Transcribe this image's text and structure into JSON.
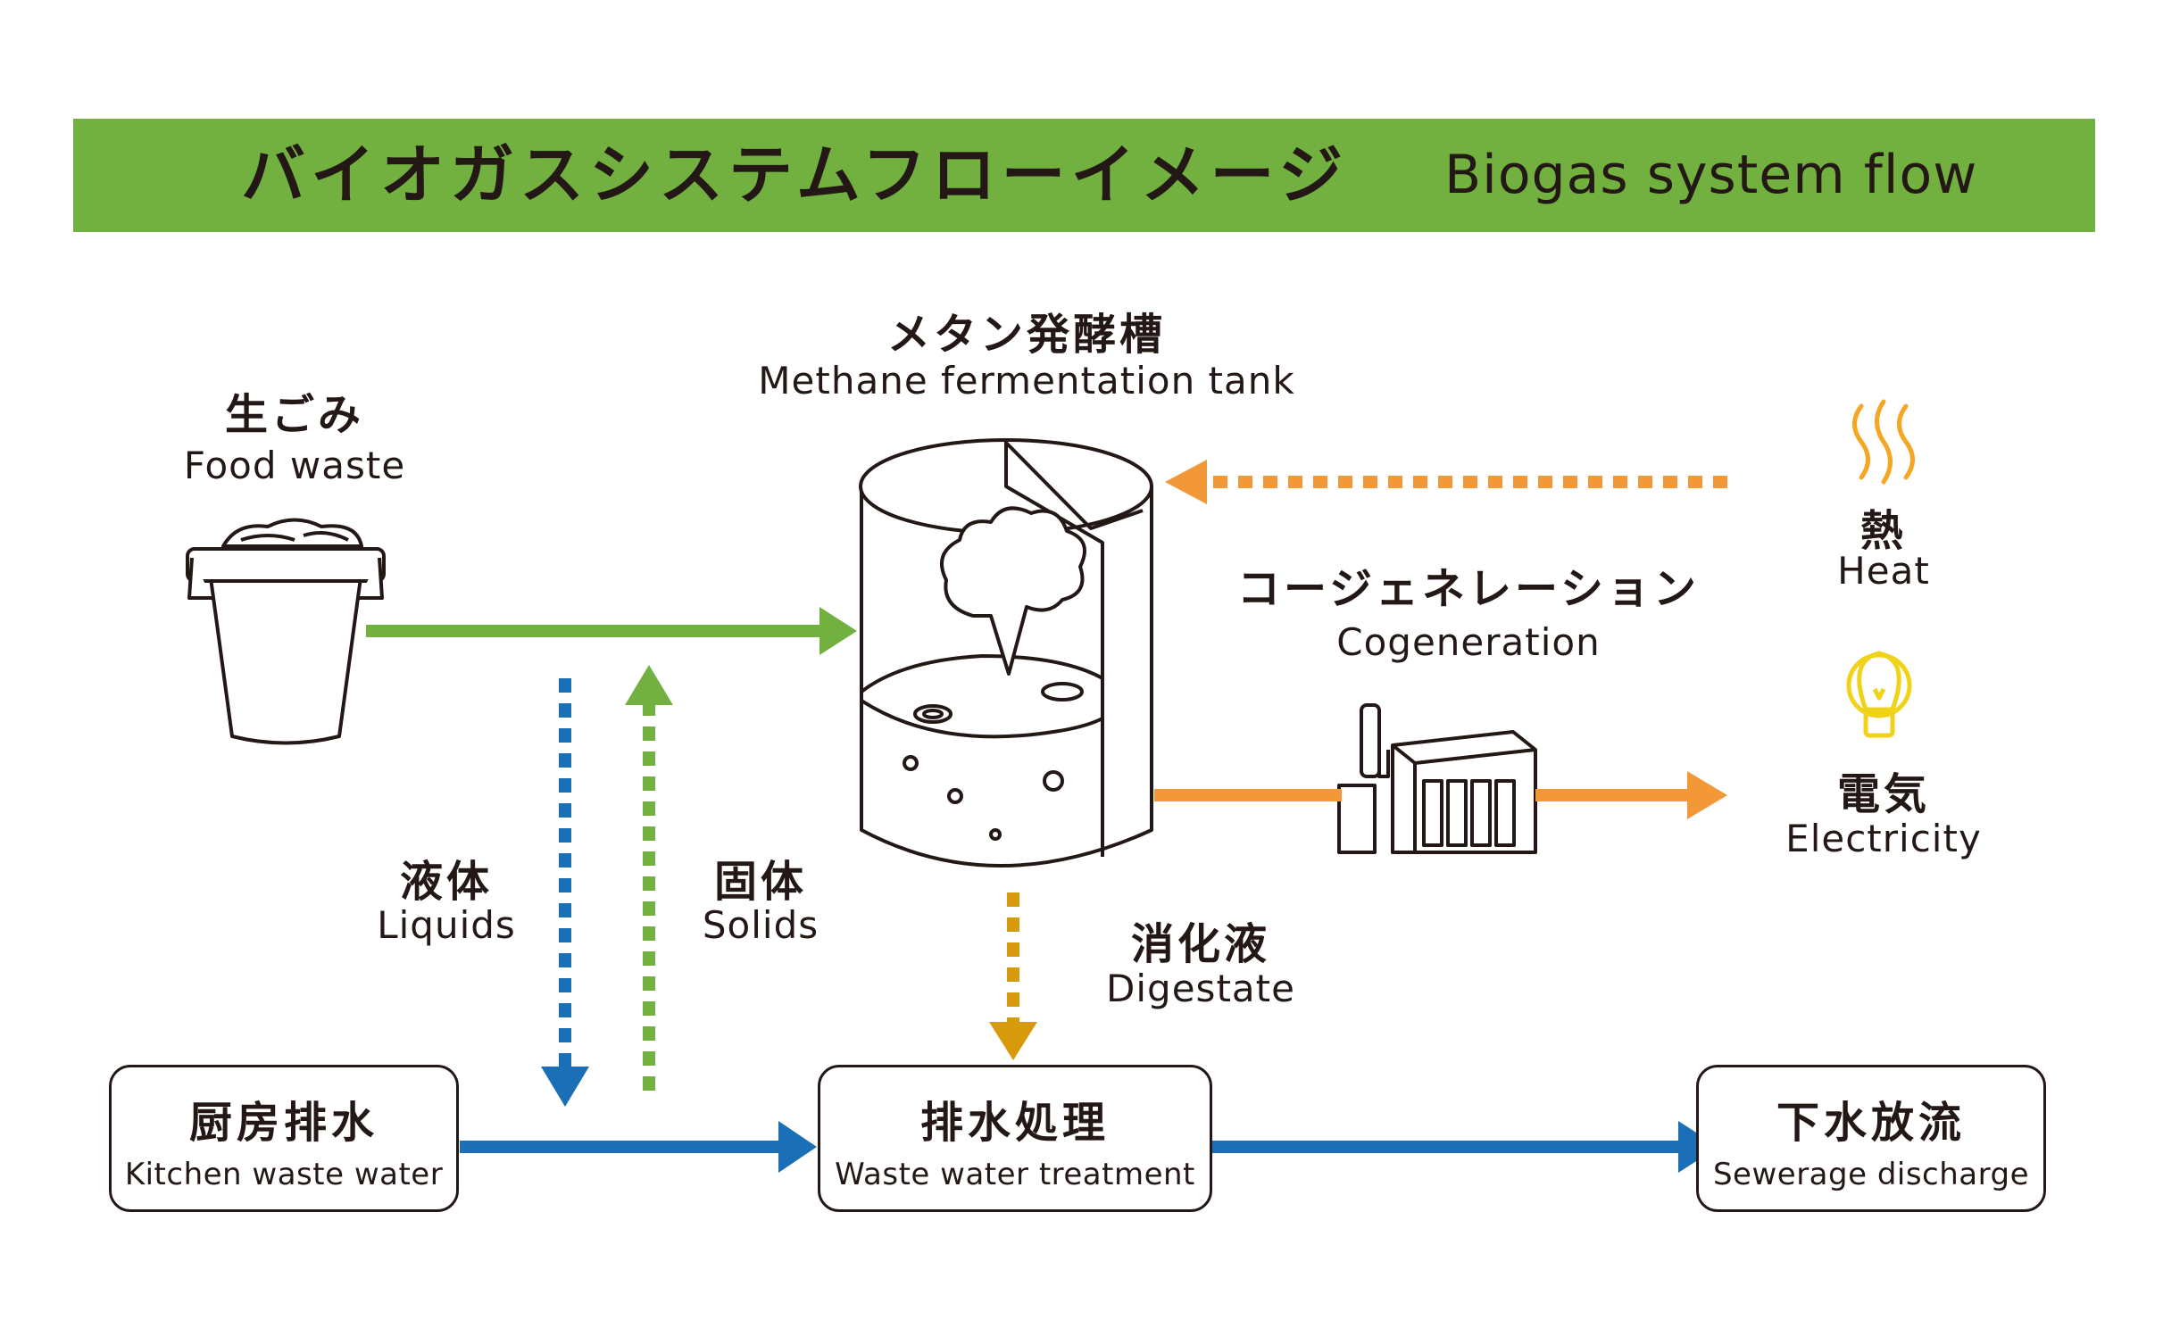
{
  "header": {
    "title_jp": "バイオガスシステムフローイメージ",
    "title_en": "Biogas system flow"
  },
  "nodes": {
    "food_waste": {
      "jp": "生ごみ",
      "en": "Food waste"
    },
    "tank": {
      "jp": "メタン発酵槽",
      "en": "Methane fermentation tank"
    },
    "cogeneration": {
      "jp": "コージェネレーション",
      "en": "Cogeneration"
    },
    "heat": {
      "jp": "熱",
      "en": "Heat"
    },
    "electricity": {
      "jp": "電気",
      "en": "Electricity"
    },
    "liquids": {
      "jp": "液体",
      "en": "Liquids"
    },
    "solids": {
      "jp": "固体",
      "en": "Solids"
    },
    "digestate": {
      "jp": "消化液",
      "en": "Digestate"
    },
    "kitchen_waste_water": {
      "jp": "厨房排水",
      "en": "Kitchen waste water"
    },
    "waste_water_treatment": {
      "jp": "排水処理",
      "en": "Waste water treatment"
    },
    "sewerage_discharge": {
      "jp": "下水放流",
      "en": "Sewerage discharge"
    }
  },
  "colors": {
    "banner": "#72b03f",
    "green_flow": "#72b03f",
    "blue_flow": "#1a6fb6",
    "orange_flow": "#f39839",
    "digestate_flow": "#d69a0c",
    "heat_icon": "#f5a623",
    "bulb_icon": "#f0d219",
    "ink": "#231815"
  }
}
